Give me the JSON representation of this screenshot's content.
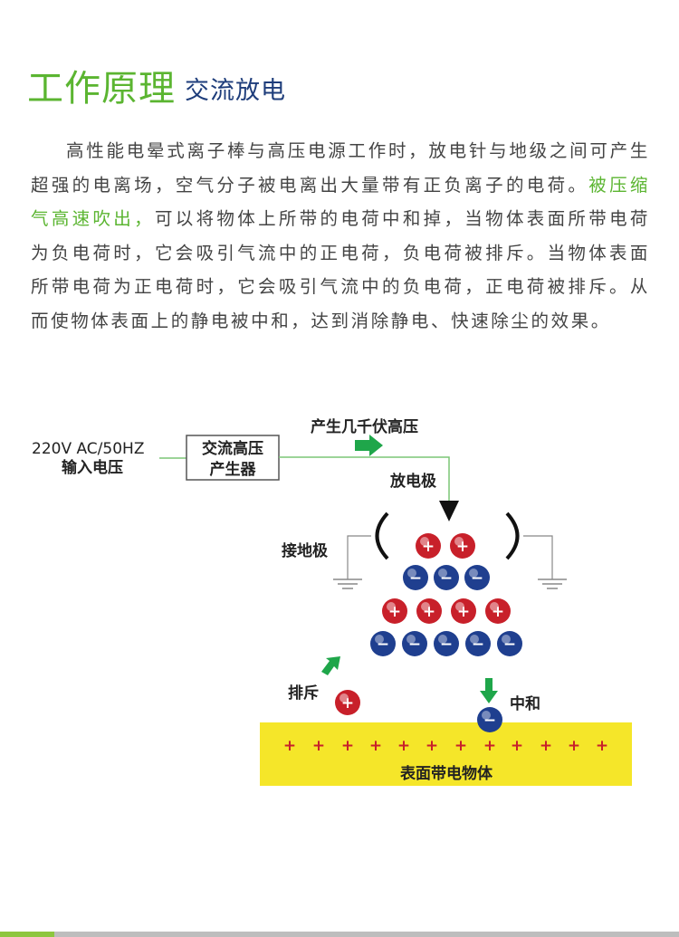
{
  "header": {
    "title_main": "工作原理",
    "title_sub": "交流放电"
  },
  "description": {
    "part1": "高性能电晕式离子棒与高压电源工作时，放电针与地级之间可产生超强的电离场，空气分子被电离出大量带有正负离子的电荷。",
    "highlight": "被压缩气高速吹出，",
    "part2": "可以将物体上所带的电荷中和掉，当物体表面所带电荷为负电荷时，它会吸引气流中的正电荷，负电荷被排斥。当物体表面所带电荷为正电荷时，它会吸引气流中的负电荷，正电荷被排斥。从而使物体表面上的静电被中和，达到消除静电、快速除尘的效果。"
  },
  "diagram": {
    "input_voltage": "220V AC/50HZ",
    "input_label": "输入电压",
    "generator_line1": "交流高压",
    "generator_line2": "产生器",
    "high_voltage_label": "产生几千伏高压",
    "discharge_electrode": "放电极",
    "ground_electrode": "接地极",
    "repel_label": "排斥",
    "neutralize_label": "中和",
    "surface_label": "表面带电物体",
    "plus_sign": "+",
    "minus_sign": "−",
    "colors": {
      "positive_ion": "#c8202a",
      "negative_ion": "#1f3f8f",
      "surface": "#f5e629",
      "arrow": "#1fa64a",
      "accent_green": "#5bb531",
      "title_blue": "#1e3d7b"
    }
  }
}
